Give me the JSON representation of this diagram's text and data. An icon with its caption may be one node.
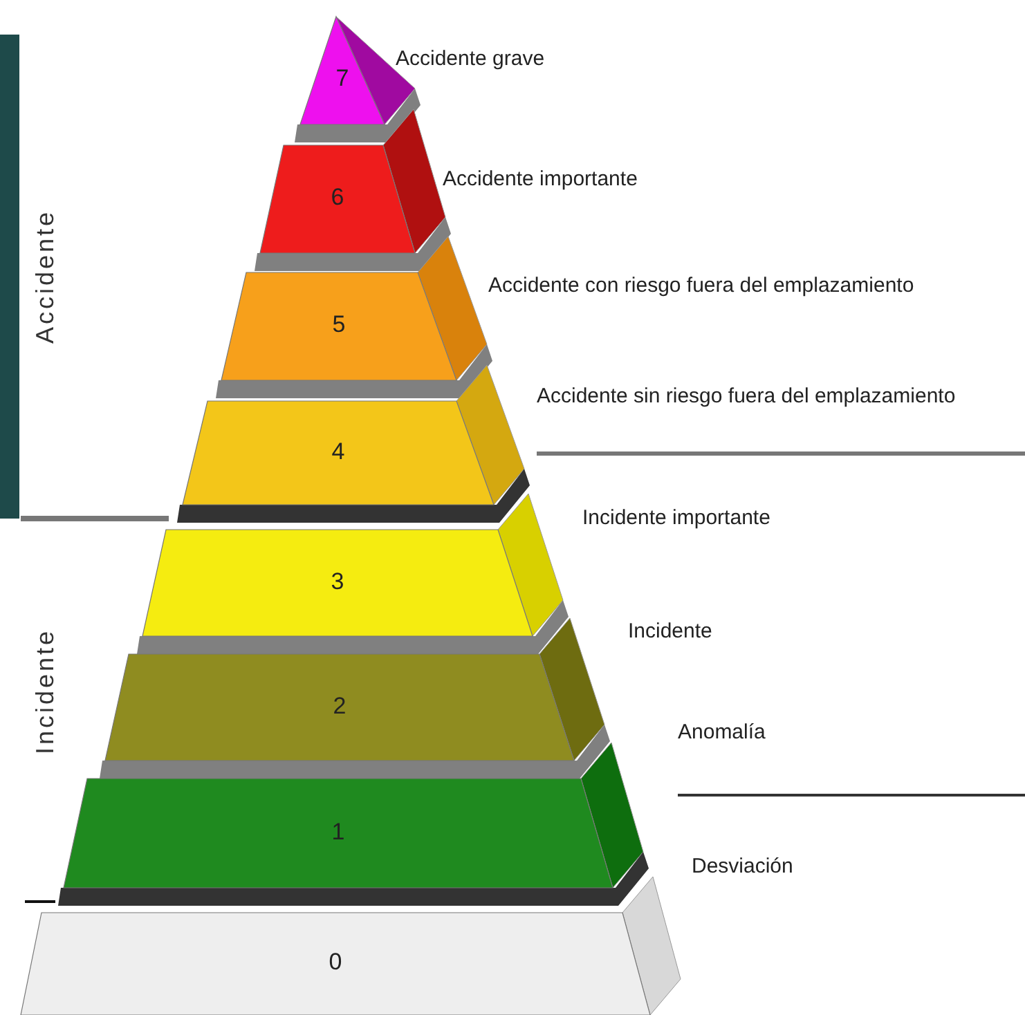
{
  "diagram": {
    "nodes": [
      {
        "text": [
          "7"
        ],
        "beside": [
          "Accidente grave"
        ]
      },
      {
        "text": [
          "6"
        ],
        "beside": [
          "Accidente importante"
        ]
      },
      {
        "text": [
          "5"
        ],
        "beside": [
          "Accidente con riesgo fuera del emplazamiento"
        ]
      },
      {
        "text": [
          "4"
        ],
        "beside": [
          "Accidente sin riesgo fuera del emplazamiento"
        ]
      },
      {
        "text": [
          "3"
        ],
        "beside": [
          "Incidente importante"
        ]
      },
      {
        "text": [
          "2"
        ],
        "beside": [
          "Incidente"
        ]
      },
      {
        "text": [
          "1"
        ],
        "beside": [
          "Anomalía"
        ]
      },
      {
        "text": [
          "0"
        ],
        "beside": [
          "Desviación"
        ]
      }
    ],
    "labels": [
      "Accidente",
      "Incidente"
    ]
  }
}
